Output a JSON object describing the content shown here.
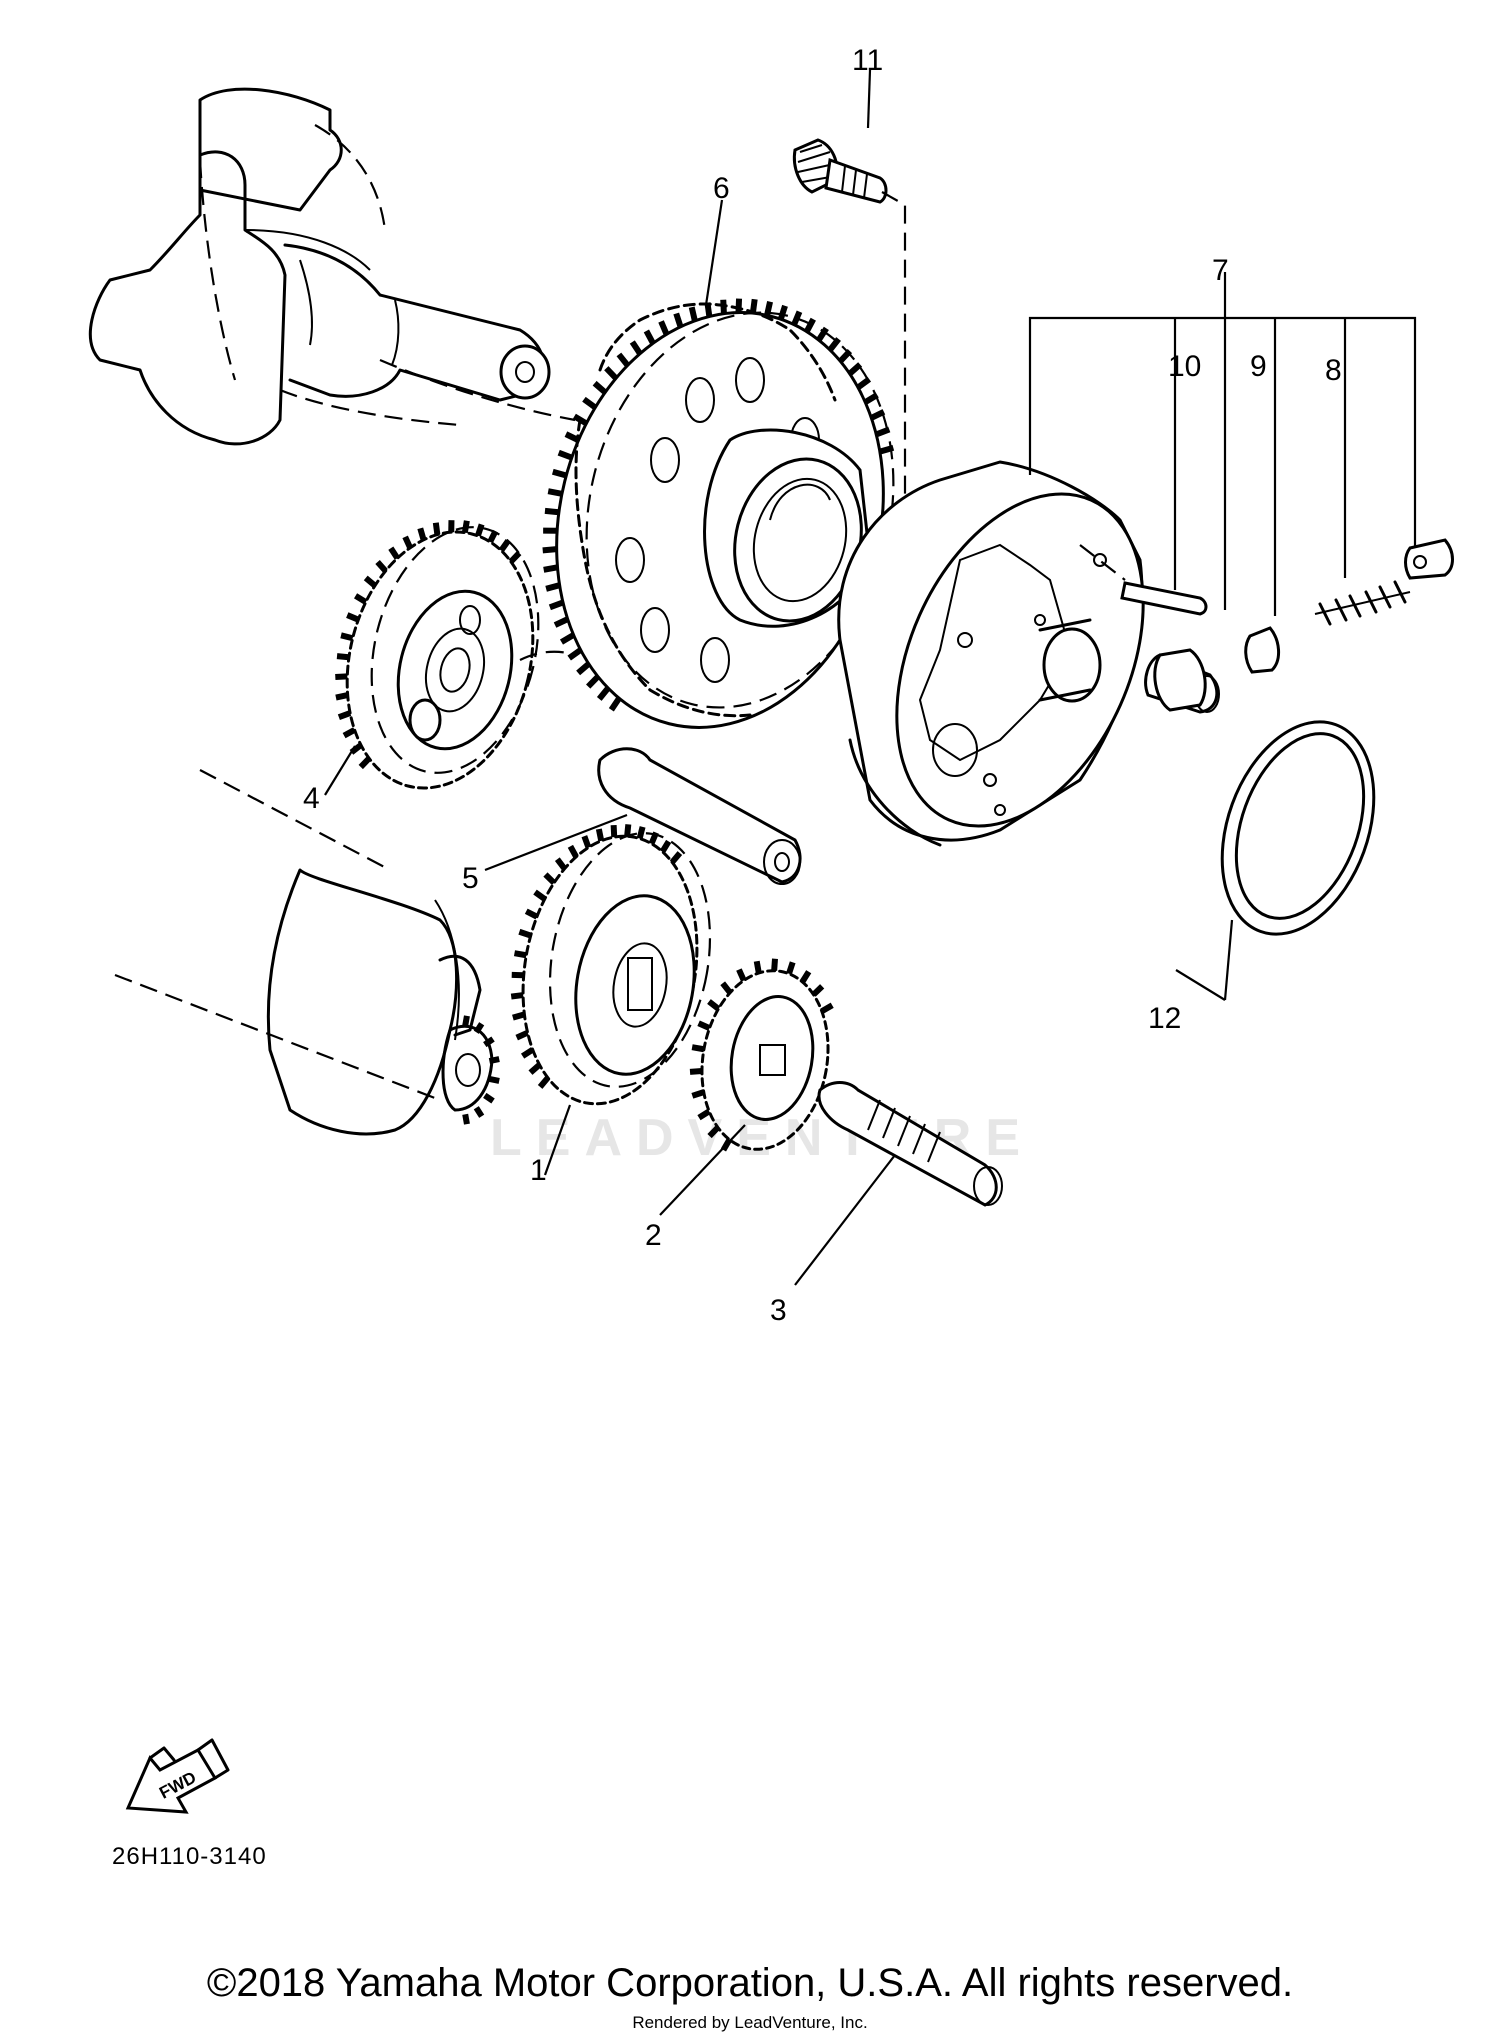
{
  "watermark": "LEADVENTURE",
  "callouts": [
    {
      "id": "1",
      "label": "1"
    },
    {
      "id": "2",
      "label": "2"
    },
    {
      "id": "3",
      "label": "3"
    },
    {
      "id": "4",
      "label": "4"
    },
    {
      "id": "5",
      "label": "5"
    },
    {
      "id": "6",
      "label": "6"
    },
    {
      "id": "7",
      "label": "7"
    },
    {
      "id": "8",
      "label": "8"
    },
    {
      "id": "9",
      "label": "9"
    },
    {
      "id": "10",
      "label": "10"
    },
    {
      "id": "11",
      "label": "11"
    },
    {
      "id": "12",
      "label": "12"
    }
  ],
  "fwd_arrow": {
    "label": "FWD",
    "icon": "fwd-arrow-icon"
  },
  "reference_code": "26H110-3140",
  "copyright": "©2018 Yamaha Motor Corporation, U.S.A. All rights reserved.",
  "rendered_by": "Rendered by LeadVenture, Inc."
}
